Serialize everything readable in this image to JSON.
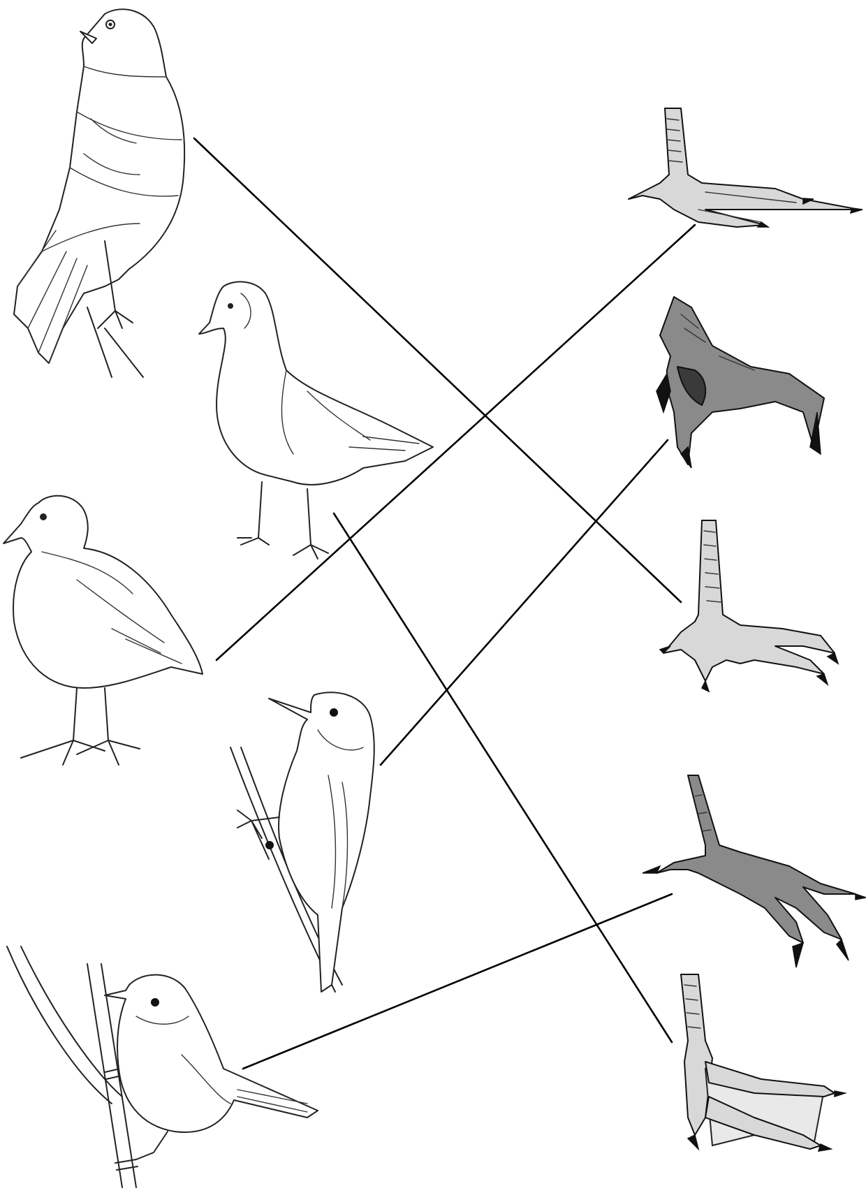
{
  "birds": [
    {
      "id": "bird-buzzard",
      "icon": "buzzard-bird-icon"
    },
    {
      "id": "bird-goose",
      "icon": "goose-bird-icon"
    },
    {
      "id": "bird-moorhen",
      "icon": "moorhen-bird-icon"
    },
    {
      "id": "bird-woodpecker",
      "icon": "woodpecker-bird-icon"
    },
    {
      "id": "bird-warbler",
      "icon": "warbler-bird-icon"
    }
  ],
  "feet": [
    {
      "id": "foot-long-toed",
      "icon": "long-toed-foot-icon"
    },
    {
      "id": "foot-zygodactyl",
      "icon": "zygodactyl-foot-icon"
    },
    {
      "id": "foot-taloned",
      "icon": "taloned-foot-icon"
    },
    {
      "id": "foot-perching",
      "icon": "perching-foot-icon"
    },
    {
      "id": "foot-webbed",
      "icon": "webbed-foot-icon"
    }
  ],
  "matches": [
    {
      "bird": "bird-buzzard",
      "foot": "foot-taloned"
    },
    {
      "bird": "bird-goose",
      "foot": "foot-webbed"
    },
    {
      "bird": "bird-moorhen",
      "foot": "foot-long-toed"
    },
    {
      "bird": "bird-woodpecker",
      "foot": "foot-zygodactyl"
    },
    {
      "bird": "bird-warbler",
      "foot": "foot-perching"
    }
  ],
  "colors": {
    "ink": "#222222",
    "line": "#000000",
    "background": "#ffffff"
  }
}
